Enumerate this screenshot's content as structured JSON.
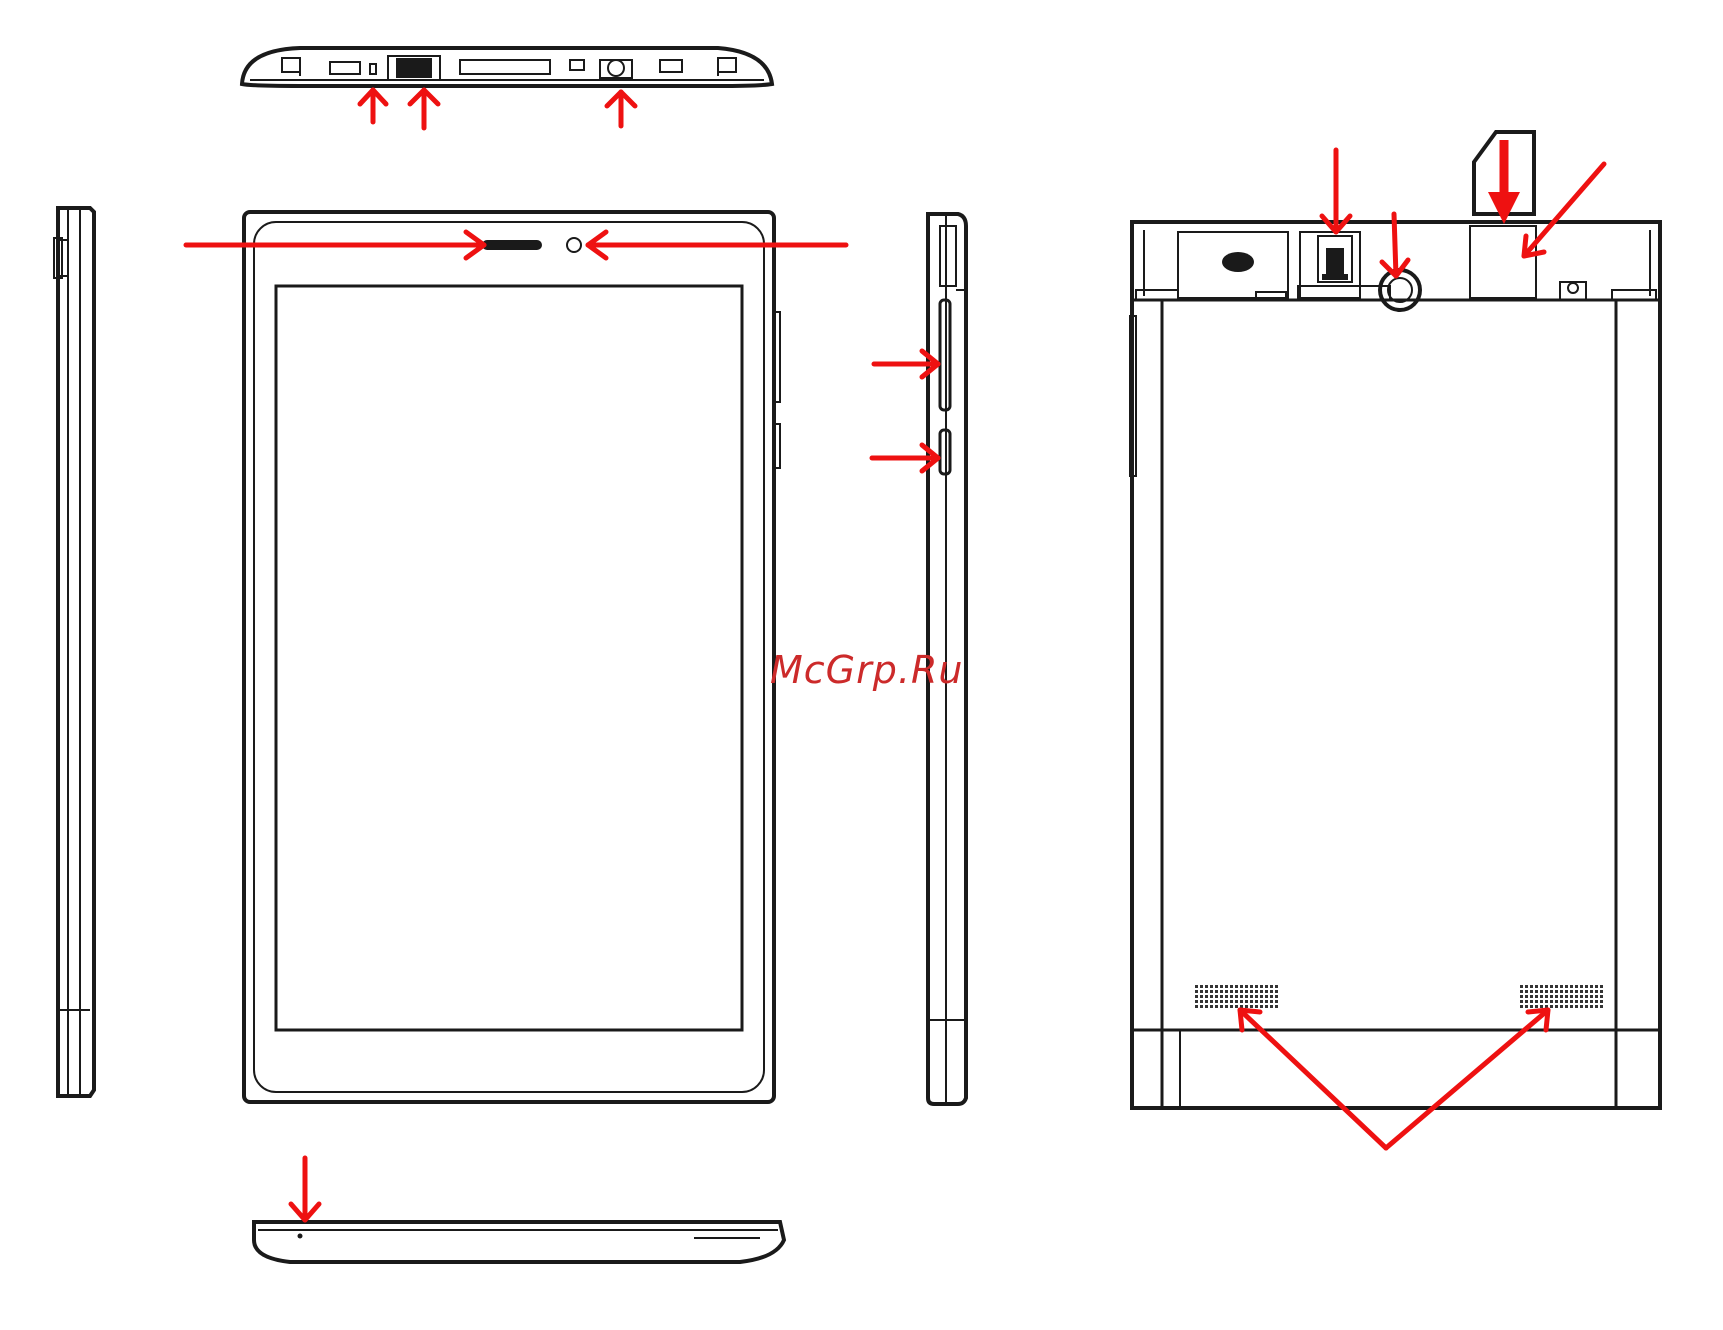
{
  "watermark": {
    "text": "McGrp.Ru"
  },
  "colors": {
    "arrow": "#ee1111",
    "outline": "#1a1a1a",
    "watermark": "#cc2a2a",
    "background": "#ffffff"
  },
  "views": [
    "top-edge-view",
    "left-side-view",
    "front-view",
    "right-side-view",
    "bottom-edge-view",
    "back-view-cover-removed"
  ],
  "callout_targets": [
    "microphone",
    "usb-port",
    "headphone-jack",
    "earpiece-speaker",
    "front-camera",
    "volume-buttons",
    "power-button",
    "bottom-hole",
    "microsd-slot",
    "rear-camera",
    "sim-slot",
    "sim-card",
    "speakers"
  ]
}
